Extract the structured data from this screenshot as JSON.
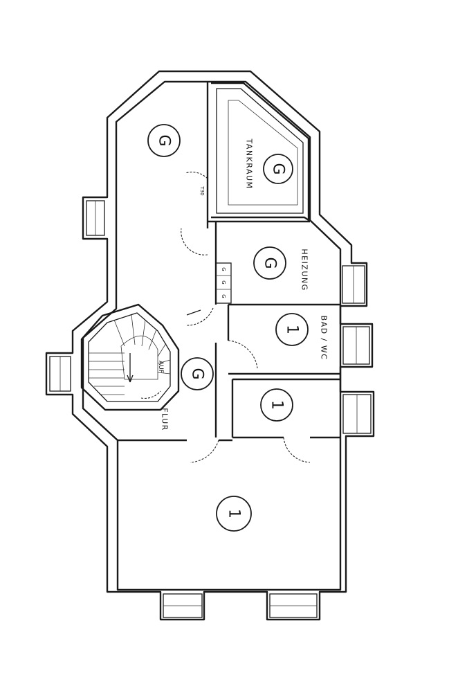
{
  "rooms": {
    "tankraum": {
      "label": "TANKRAUM",
      "marker": "G"
    },
    "heizung": {
      "label": "HEIZUNG",
      "marker": "G"
    },
    "bad_wc": {
      "label": "BAD / WC",
      "marker": "1"
    },
    "small_room": {
      "marker": "1"
    },
    "main_room": {
      "marker": "1"
    },
    "flur": {
      "label": "FLUR",
      "marker": "G"
    },
    "storage": {
      "marker": "G"
    }
  },
  "stair_label": "AUF",
  "door_label": "T30",
  "cabinet_glyphs": [
    "G",
    "G",
    "G"
  ]
}
